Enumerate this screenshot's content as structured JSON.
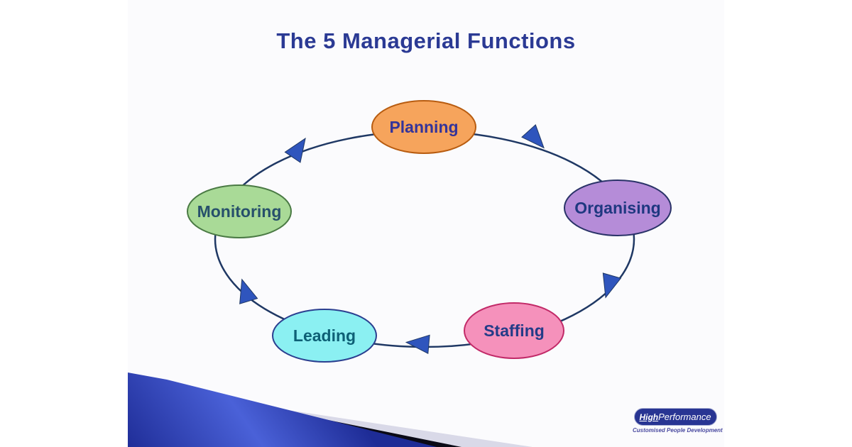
{
  "slide": {
    "title": "The 5 Managerial Functions",
    "title_color": "#2b3a94",
    "background_color": "#fbfbfd"
  },
  "diagram": {
    "type": "cycle",
    "direction": "clockwise",
    "connector_color": "#1f3864",
    "arrow_color": "#2f55bd",
    "nodes": [
      {
        "label": "Planning",
        "position": "top",
        "fill": "#f6a45c",
        "border": "#b85c10",
        "text_color": "#34349a"
      },
      {
        "label": "Organising",
        "position": "right",
        "fill": "#b58cd8",
        "border": "#2a3368",
        "text_color": "#1f3880"
      },
      {
        "label": "Staffing",
        "position": "bottom-right",
        "fill": "#f591bb",
        "border": "#c22a68",
        "text_color": "#243c88"
      },
      {
        "label": "Leading",
        "position": "bottom-left",
        "fill": "#8bf0f2",
        "border": "#2b3f90",
        "text_color": "#0e6076"
      },
      {
        "label": "Monitoring",
        "position": "left",
        "fill": "#a9da97",
        "border": "#4a7a44",
        "text_color": "#27506b"
      }
    ]
  },
  "footer": {
    "swoosh": {
      "blue_dark": "#1e2c96",
      "blue_light": "#4a61d8",
      "stripe_dark": "#0a0a16",
      "stripe_gray": "#d9d9e8"
    },
    "logo": {
      "brand_high": "High",
      "brand_performance": "Performance",
      "tagline": "Customised People Development",
      "pill_color": "#283593",
      "tagline_color": "#4a4aa0"
    }
  }
}
